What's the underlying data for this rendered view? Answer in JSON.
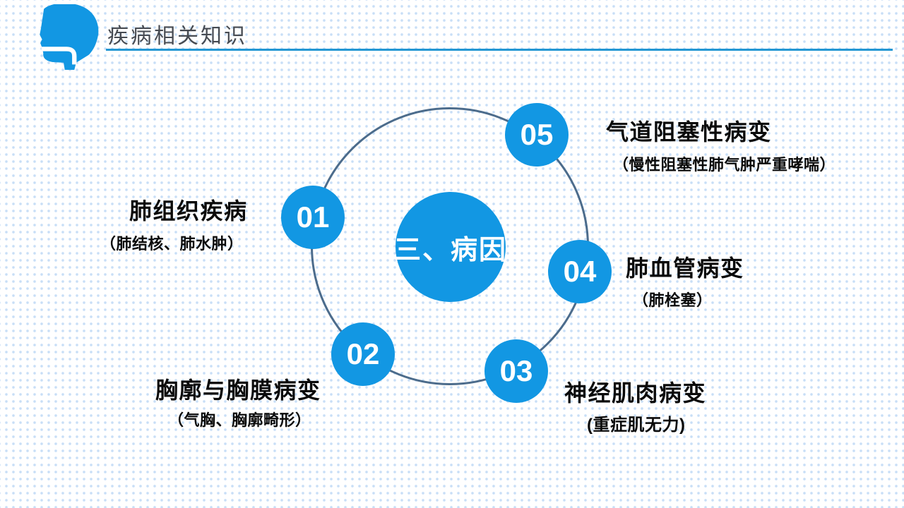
{
  "slide": {
    "header": {
      "title": "疾病相关知识",
      "icon": "head-throat-icon"
    },
    "center": {
      "label": "三、病因"
    },
    "items": [
      {
        "num": "01",
        "title": "肺组织疾病",
        "sub": "（肺结核、肺水肿）"
      },
      {
        "num": "02",
        "title": "胸廓与胸膜病变",
        "sub": "（气胸、胸廓畸形）"
      },
      {
        "num": "03",
        "title": "神经肌肉病变",
        "sub": "(重症肌无力)"
      },
      {
        "num": "04",
        "title": "肺血管病变",
        "sub": "（肺栓塞）"
      },
      {
        "num": "05",
        "title": "气道阻塞性病变",
        "sub": "（慢性阻塞性肺气肿严重哮喘）"
      }
    ],
    "colors": {
      "accent_blue": "#1297e3",
      "ring_stroke": "#4c6c8c",
      "underline_blue": "#2497d3",
      "header_text": "#474b52",
      "label_text": "#0a0a0a"
    }
  }
}
